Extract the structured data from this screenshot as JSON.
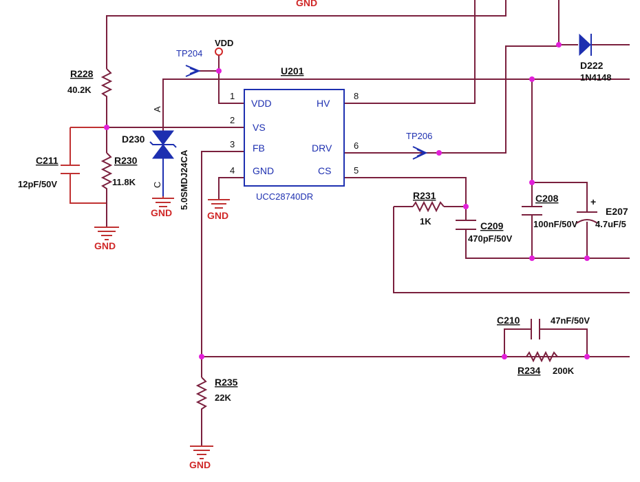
{
  "ic": {
    "ref": "U201",
    "part": "UCC28740DR",
    "pins": {
      "p1": {
        "num": "1",
        "name": "VDD"
      },
      "p2": {
        "num": "2",
        "name": "VS"
      },
      "p3": {
        "num": "3",
        "name": "FB"
      },
      "p4": {
        "num": "4",
        "name": "GND"
      },
      "p8": {
        "num": "8",
        "name": "HV"
      },
      "p6": {
        "num": "6",
        "name": "DRV"
      },
      "p5": {
        "num": "5",
        "name": "CS"
      }
    }
  },
  "nets": {
    "vdd": "VDD",
    "gnd": "GND",
    "tp204": "TP204",
    "tp206": "TP206"
  },
  "components": {
    "r228": {
      "ref": "R228",
      "value": "40.2K"
    },
    "r230": {
      "ref": "R230",
      "value": "11.8K"
    },
    "c211": {
      "ref": "C211",
      "value": "12pF/50V"
    },
    "d230": {
      "ref": "D230",
      "value": "5.0SMDJ24CA",
      "anode": "A",
      "cathode": "C"
    },
    "r231": {
      "ref": "R231",
      "value": "1K"
    },
    "c209": {
      "ref": "C209",
      "value": "470pF/50V"
    },
    "c208": {
      "ref": "C208",
      "value": "100nF/50V"
    },
    "e207": {
      "ref": "E207",
      "value": "4.7uF/5",
      "polarity": "+"
    },
    "d222": {
      "ref": "D222",
      "value": "1N4148"
    },
    "c210": {
      "ref": "C210",
      "value": "47nF/50V"
    },
    "r234": {
      "ref": "R234",
      "value": "200K"
    },
    "r235": {
      "ref": "R235",
      "value": "22K"
    }
  },
  "colors": {
    "wire": "#7a1f3d",
    "ground": "#c03030",
    "ic_text": "#1d2fb0",
    "junction": "#e11fd8"
  }
}
